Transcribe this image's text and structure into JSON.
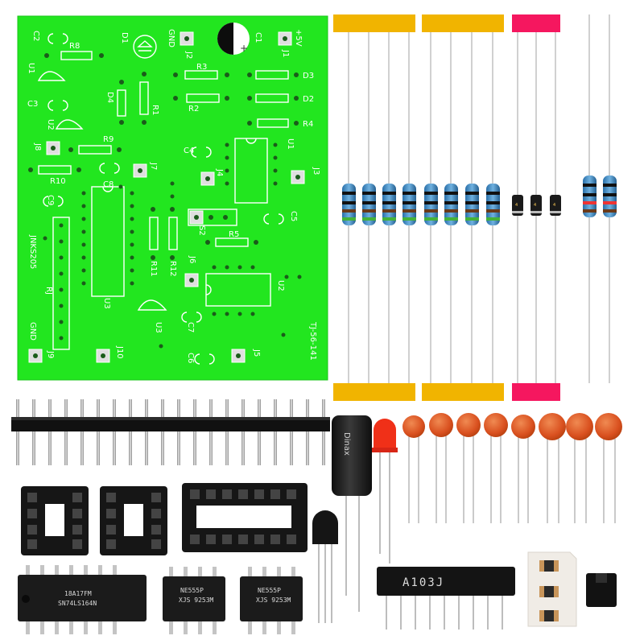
{
  "pcb": {
    "board_color": "#22e61f",
    "model": "JNKS205",
    "revision": "TJ-56-141",
    "labels": {
      "c2": "C2",
      "r8": "R8",
      "d1": "D1",
      "gnd_top": "GND",
      "c1": "C1",
      "plus5v": "+5V",
      "u1": "U1",
      "j2": "J2",
      "r3": "R3",
      "j1": "J1",
      "d3": "D3",
      "c3": "C3",
      "d4": "D4",
      "r1": "R1",
      "r2": "R2",
      "d2": "D2",
      "u2a": "U2",
      "r4": "R4",
      "j8": "J8",
      "r9": "R9",
      "c4": "C4",
      "u1b": "U1",
      "r10": "R10",
      "c8": "C8",
      "j7": "J7",
      "j4": "J4",
      "j3": "J3",
      "c9": "C9",
      "c5": "C5",
      "s2": "S2",
      "r5": "R5",
      "r11": "R11",
      "r12": "R12",
      "j6": "J6",
      "rj": "RJ",
      "u3": "U3",
      "u2b": "U2",
      "u3b": "U3",
      "c7": "C7",
      "gnd_bot": "GND",
      "j9": "J9",
      "j10": "J10",
      "c6": "C6",
      "j5": "J5"
    }
  },
  "tapes": {
    "tan_color": "#f1b400",
    "pink_color": "#f5175f"
  },
  "components": {
    "shift_register": {
      "line1": "18A17FM",
      "line2": "SN74LS164N"
    },
    "timer1": {
      "line1": "NE555P",
      "line2": "XJS 9253M"
    },
    "timer2": {
      "line1": "NE555P",
      "line2": "XJS 9253M"
    },
    "resistor_network": {
      "label": "A103J"
    },
    "electrolytic": {
      "brand": "Dinax"
    }
  }
}
